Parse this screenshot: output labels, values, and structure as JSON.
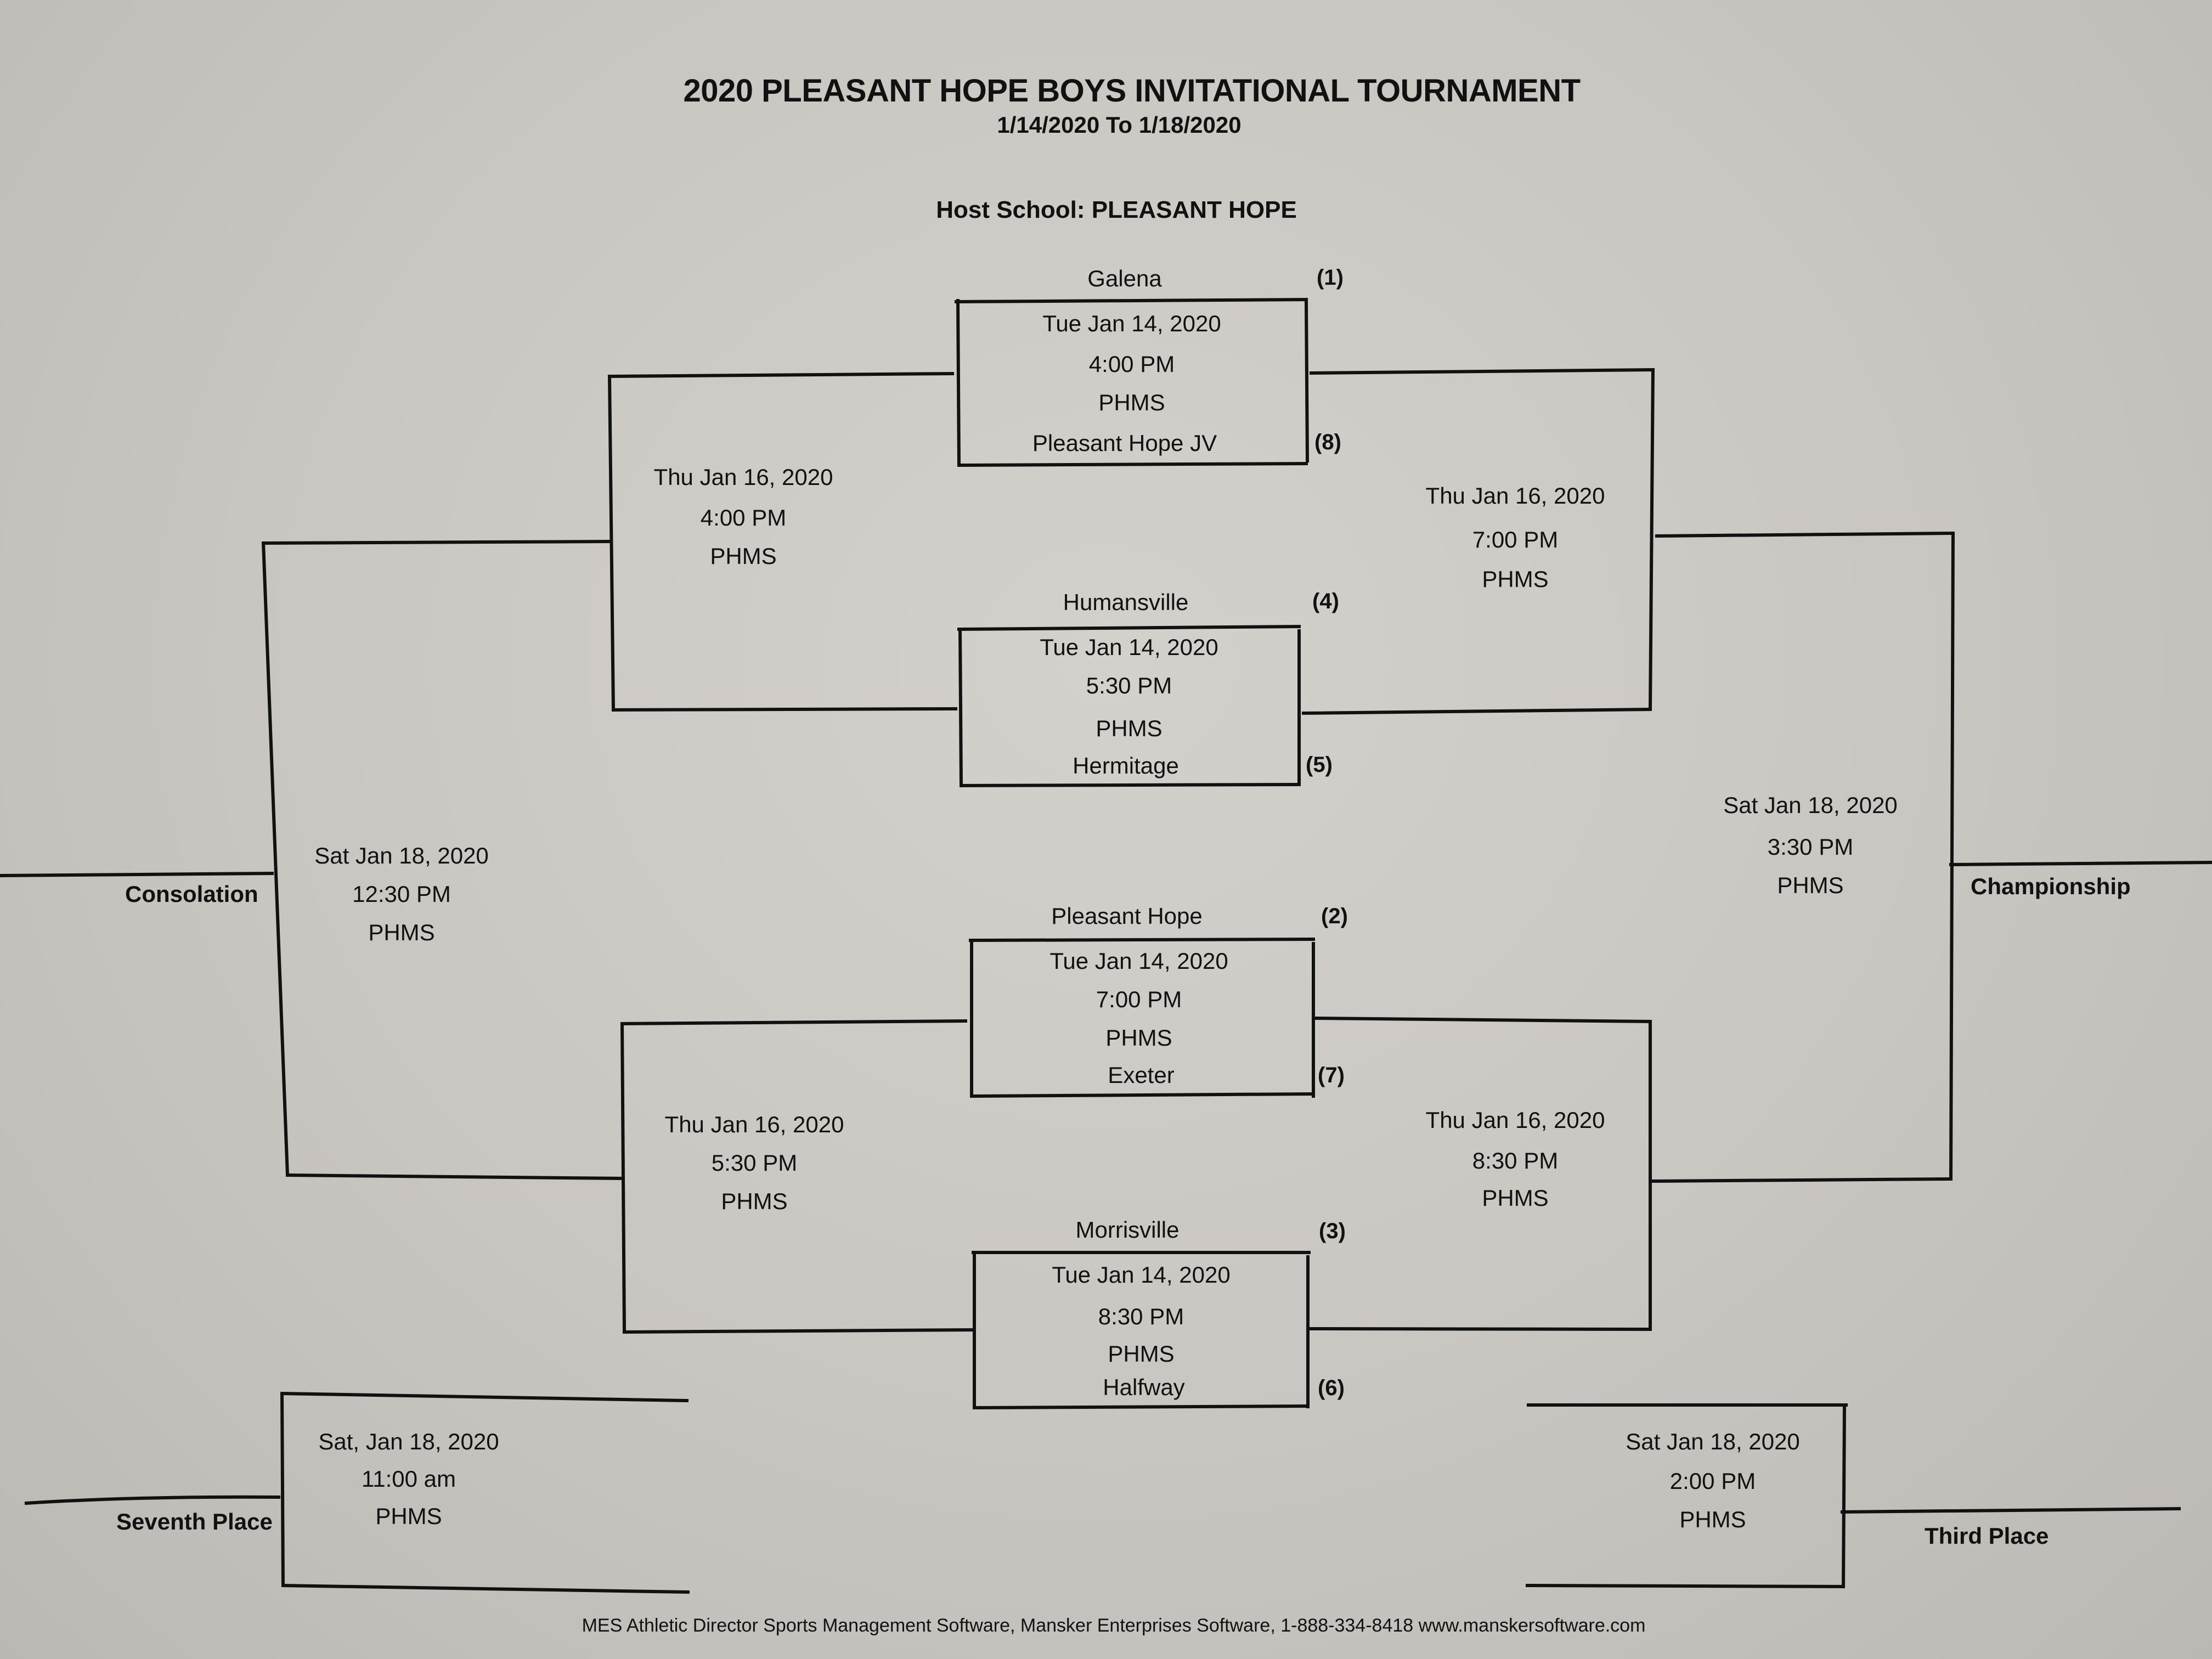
{
  "header": {
    "title": "2020 PLEASANT HOPE BOYS INVITATIONAL TOURNAMENT",
    "date_range": "1/14/2020 To 1/18/2020",
    "host_school": "Host School:  PLEASANT HOPE"
  },
  "first_round": [
    {
      "top_team": "Galena",
      "top_seed": "(1)",
      "date": "Tue Jan 14, 2020",
      "time": "4:00 PM",
      "site": "PHMS",
      "bottom_team": "Pleasant Hope JV",
      "bottom_seed": "(8)"
    },
    {
      "top_team": "Humansville",
      "top_seed": "(4)",
      "date": "Tue Jan 14, 2020",
      "time": "5:30 PM",
      "site": "PHMS",
      "bottom_team": "Hermitage",
      "bottom_seed": "(5)"
    },
    {
      "top_team": "Pleasant Hope",
      "top_seed": "(2)",
      "date": "Tue Jan 14, 2020",
      "time": "7:00 PM",
      "site": "PHMS",
      "bottom_team": "Exeter",
      "bottom_seed": "(7)"
    },
    {
      "top_team": "Morrisville",
      "top_seed": "(3)",
      "date": "Tue Jan 14, 2020",
      "time": "8:30 PM",
      "site": "PHMS",
      "bottom_team": "Halfway",
      "bottom_seed": "(6)"
    }
  ],
  "consolation_semis": [
    {
      "date": "Thu Jan 16, 2020",
      "time": "4:00 PM",
      "site": "PHMS"
    },
    {
      "date": "Thu Jan 16, 2020",
      "time": "5:30 PM",
      "site": "PHMS"
    }
  ],
  "winner_semis": [
    {
      "date": "Thu Jan 16, 2020",
      "time": "7:00 PM",
      "site": "PHMS"
    },
    {
      "date": "Thu Jan 16, 2020",
      "time": "8:30 PM",
      "site": "PHMS"
    }
  ],
  "finals": {
    "consolation": {
      "label": "Consolation",
      "date": "Sat Jan 18, 2020",
      "time": "12:30 PM",
      "site": "PHMS"
    },
    "championship": {
      "label": "Championship",
      "date": "Sat Jan 18, 2020",
      "time": "3:30 PM",
      "site": "PHMS"
    },
    "seventh": {
      "label": "Seventh Place",
      "date": "Sat, Jan 18, 2020",
      "time": "11:00 am",
      "site": "PHMS"
    },
    "third": {
      "label": "Third Place",
      "date": "Sat Jan 18, 2020",
      "time": "2:00 PM",
      "site": "PHMS"
    }
  },
  "footer": "MES Athletic Director Sports Management Software, Mansker Enterprises Software, 1-888-334-8418   www.manskersoftware.com"
}
